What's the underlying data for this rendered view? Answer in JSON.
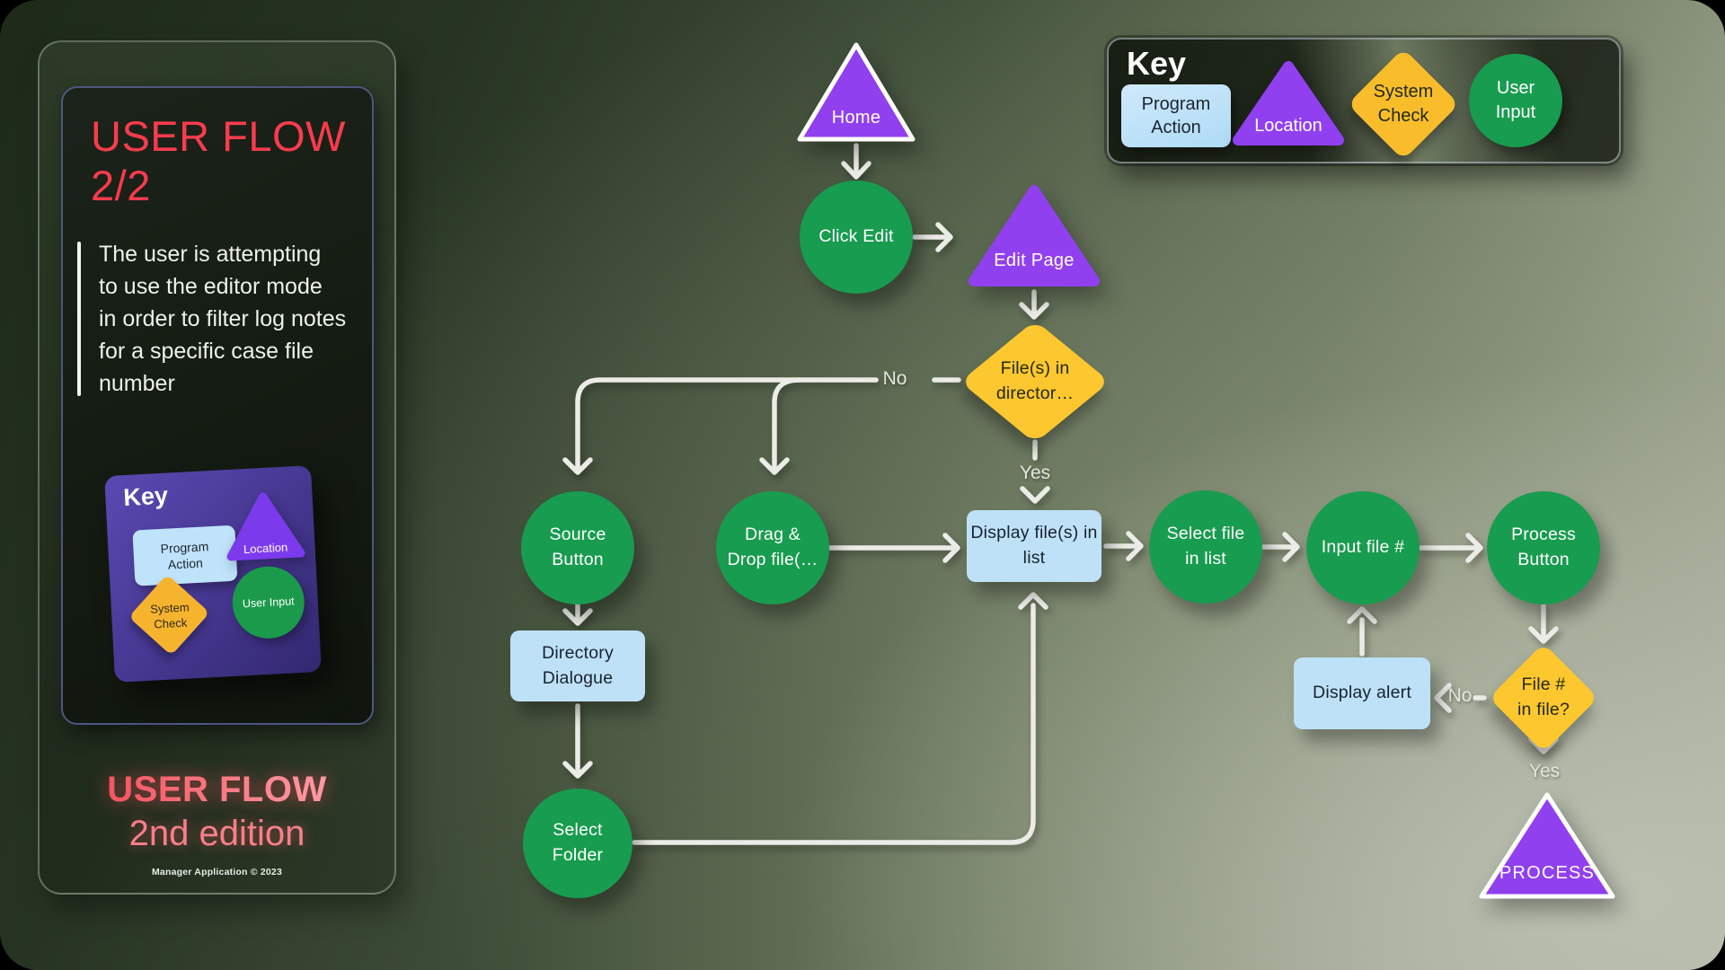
{
  "sidebar": {
    "title": "USER FLOW\n2/2",
    "description": "The user is attempting\nto use the editor mode\nin order to filter log notes\nfor a specific case file\nnumber",
    "mini_key": {
      "title": "Key",
      "program_action": "Program\nAction",
      "location": "Location",
      "system_check": "System\nCheck",
      "user_input": "User Input"
    },
    "footer": {
      "title": "USER FLOW",
      "subtitle": "2nd edition",
      "note": "Manager Application © 2023"
    }
  },
  "legend": {
    "title": "Key",
    "program_action": "Program\nAction",
    "location": "Location",
    "system_check": "System\nCheck",
    "user_input": "User\nInput"
  },
  "flow": {
    "nodes": {
      "home": {
        "label": "Home",
        "type": "location"
      },
      "click_edit": {
        "label": "Click Edit",
        "type": "user-input"
      },
      "edit_page": {
        "label": "Edit Page",
        "type": "location"
      },
      "files_in_directory": {
        "label": "File(s) in\ndirector…",
        "type": "system-check"
      },
      "source_button": {
        "label": "Source\nButton",
        "type": "user-input"
      },
      "drag_drop": {
        "label": "Drag &\nDrop file(…",
        "type": "user-input"
      },
      "directory_dialogue": {
        "label": "Directory\nDialogue",
        "type": "program-action"
      },
      "select_folder": {
        "label": "Select\nFolder",
        "type": "user-input"
      },
      "display_files": {
        "label": "Display file(s) in\nlist",
        "type": "program-action"
      },
      "select_file": {
        "label": "Select file\nin list",
        "type": "user-input"
      },
      "input_file": {
        "label": "Input file #",
        "type": "user-input"
      },
      "process_button": {
        "label": "Process\nButton",
        "type": "user-input"
      },
      "file_in_file": {
        "label": "File #\nin file?",
        "type": "system-check"
      },
      "display_alert": {
        "label": "Display alert",
        "type": "program-action"
      },
      "process": {
        "label": "PROCESS",
        "type": "location"
      }
    },
    "edge_labels": {
      "files_no": "No",
      "files_yes": "Yes",
      "file_no": "No",
      "file_yes": "Yes"
    }
  },
  "colors": {
    "location_purple": "#9140f0",
    "user_input_green": "#189c4f",
    "system_check_yellow": "#fcc72f",
    "program_action_blue": "#bee1f8",
    "accent_red": "#fa3b4d",
    "arrow_gray": "#ebece7"
  }
}
